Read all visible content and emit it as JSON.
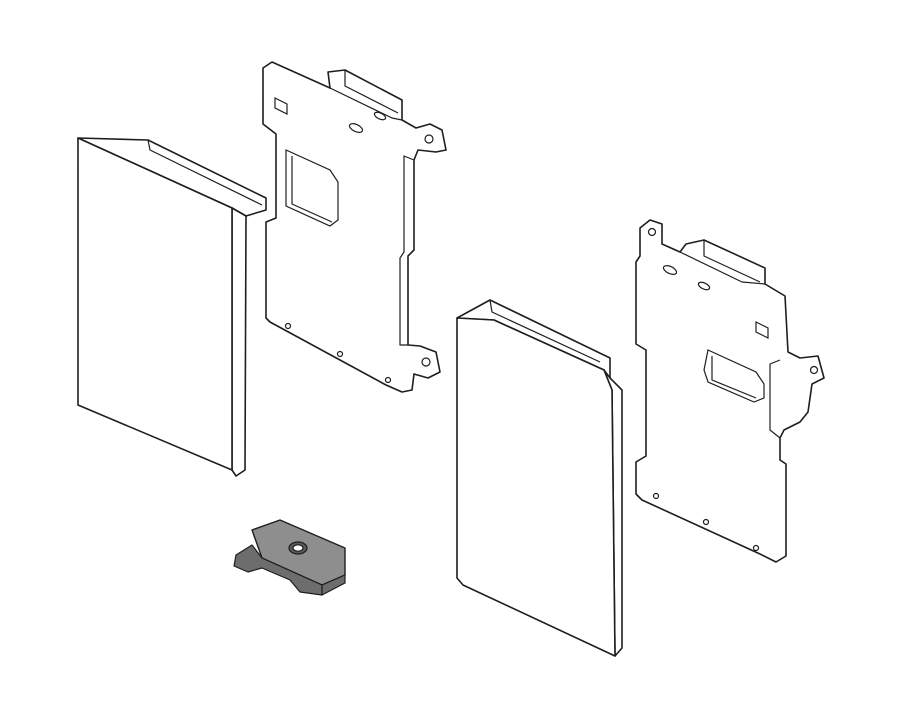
{
  "drawing": {
    "parts": [
      "left-cover-panel",
      "left-mounting-bracket",
      "right-cover-panel",
      "right-mounting-bracket",
      "fixing-clip"
    ],
    "colors": {
      "line": "#1e1e1e",
      "background": "#ffffff",
      "clip": "#8e8e8e"
    }
  }
}
